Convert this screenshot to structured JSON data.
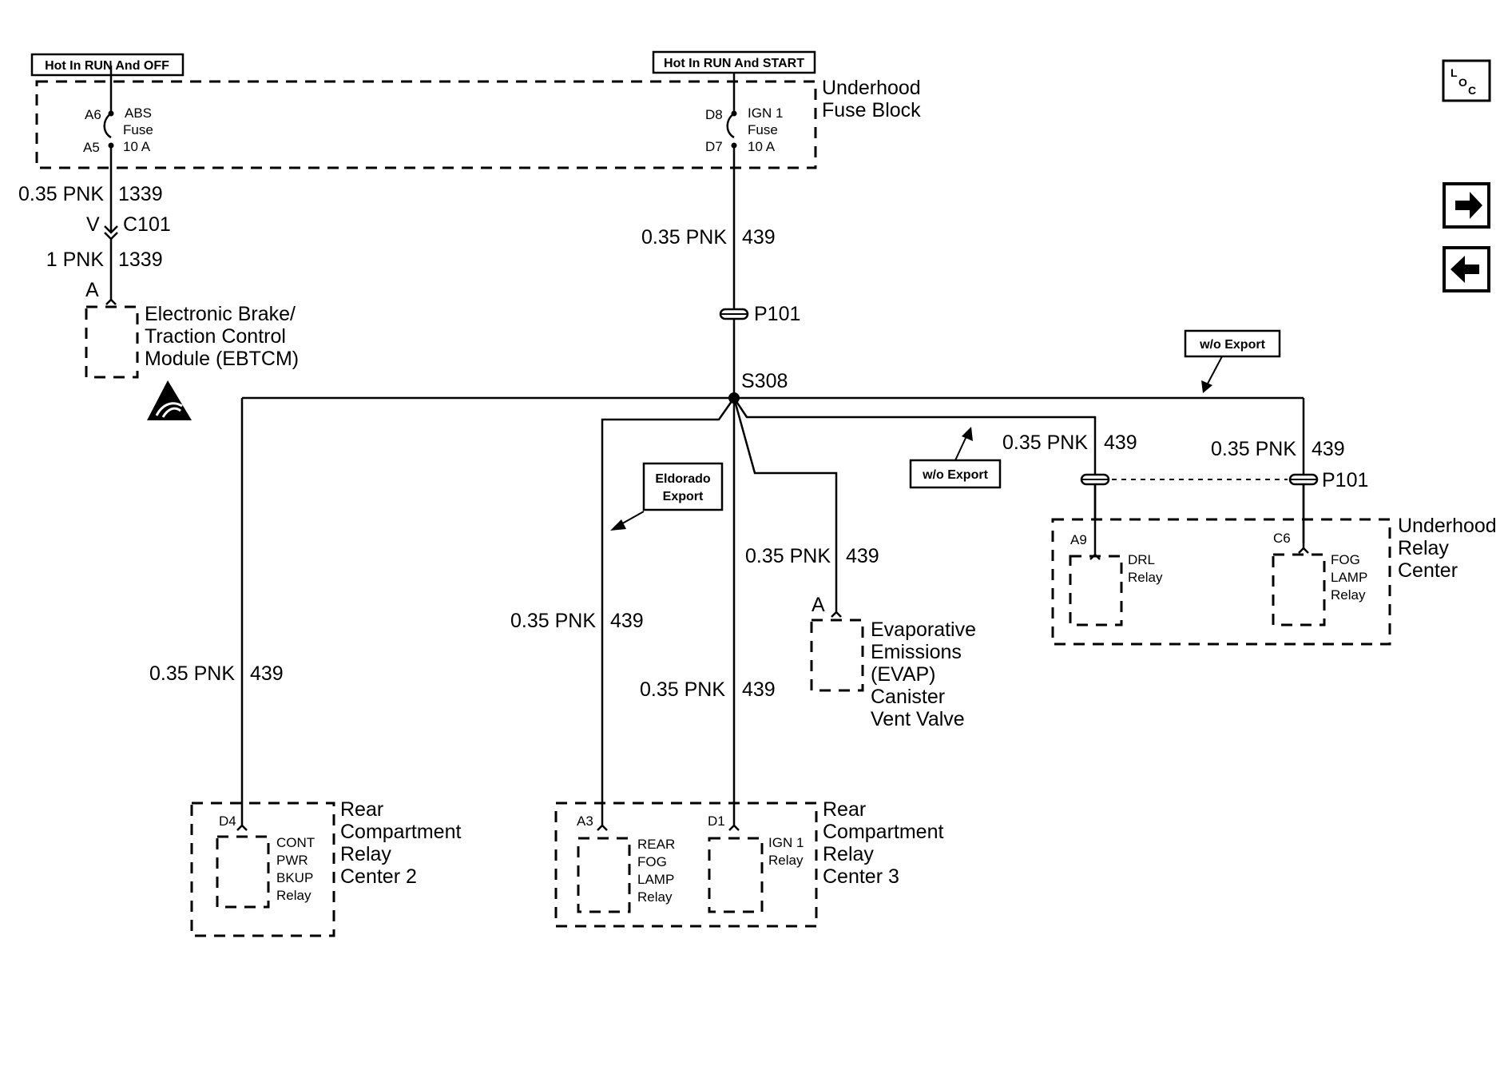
{
  "header": {
    "hot_run_off": "Hot In RUN And OFF",
    "hot_run_start": "Hot In RUN And START"
  },
  "fuse_block": {
    "name_line1": "Underhood",
    "name_line2": "Fuse Block",
    "abs_fuse": {
      "pin_top": "A6",
      "pin_bottom": "A5",
      "line1": "ABS",
      "line2": "Fuse",
      "line3": "10 A"
    },
    "ign1_fuse": {
      "pin_top": "D8",
      "pin_bottom": "D7",
      "line1": "IGN 1",
      "line2": "Fuse",
      "line3": "10 A"
    }
  },
  "wires": {
    "w1339_upper": {
      "gauge": "0.35 PNK",
      "circuit": "1339"
    },
    "w1339_lower": {
      "gauge": "1 PNK",
      "circuit": "1339"
    },
    "w439_main": {
      "gauge": "0.35 PNK",
      "circuit": "439"
    },
    "w439_rcrc2": {
      "gauge": "0.35 PNK",
      "circuit": "439"
    },
    "w439_rear_fog": {
      "gauge": "0.35 PNK",
      "circuit": "439"
    },
    "w439_ign1": {
      "gauge": "0.35 PNK",
      "circuit": "439"
    },
    "w439_evap": {
      "gauge": "0.35 PNK",
      "circuit": "439"
    },
    "w439_drl": {
      "gauge": "0.35 PNK",
      "circuit": "439"
    },
    "w439_fog": {
      "gauge": "0.35 PNK",
      "circuit": "439"
    }
  },
  "connectors": {
    "c101_pin": "V",
    "c101": "C101",
    "ebtcm_pin": "A",
    "p101_top": "P101",
    "p101_right": "P101",
    "splice": "S308",
    "evap_pin": "A",
    "drl_pin": "A9",
    "fog_pin": "C6",
    "rcrc2_pin": "D4",
    "rear_fog_pin": "A3",
    "ign1_pin": "D1"
  },
  "notes": {
    "wo_export_top": "w/o Export",
    "wo_export_mid": "w/o Export",
    "eldorado_line1": "Eldorado",
    "eldorado_line2": "Export"
  },
  "components": {
    "ebtcm": [
      "Electronic Brake/",
      "Traction Control",
      "Module (EBTCM)"
    ],
    "evap": [
      "Evaporative",
      "Emissions",
      "(EVAP)",
      "Canister",
      "Vent Valve"
    ],
    "underhood_relay_center": [
      "Underhood",
      "Relay",
      "Center"
    ],
    "drl_relay": [
      "DRL",
      "Relay"
    ],
    "fog_relay": [
      "FOG",
      "LAMP",
      "Relay"
    ],
    "rcrc2": [
      "Rear",
      "Compartment",
      "Relay",
      "Center 2"
    ],
    "cont_relay": [
      "CONT",
      "PWR",
      "BKUP",
      "Relay"
    ],
    "rcrc3": [
      "Rear",
      "Compartment",
      "Relay",
      "Center 3"
    ],
    "rear_fog_relay": [
      "REAR",
      "FOG",
      "LAMP",
      "Relay"
    ],
    "ign1_relay": [
      "IGN 1",
      "Relay"
    ]
  },
  "icons": {
    "loc": "loc-icon",
    "next": "arrow-right-icon",
    "prev": "arrow-left-icon",
    "esd": "esd-warning-icon"
  },
  "loc_icon_text": {
    "l": "L",
    "o": "O",
    "c": "C"
  }
}
